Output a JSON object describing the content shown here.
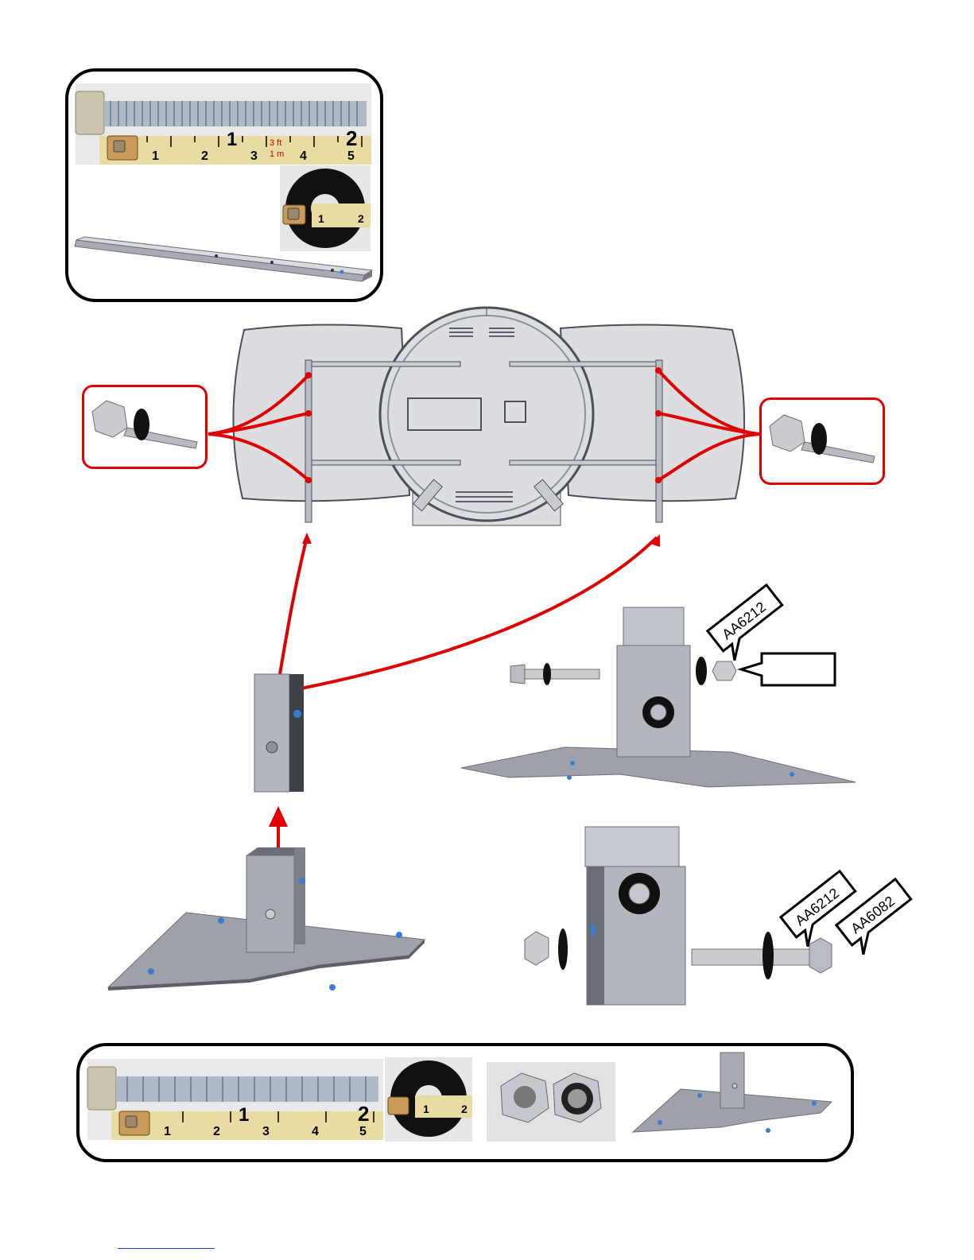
{
  "part_labels": {
    "washer_upper": "AA6212",
    "washer_lower": "AA6212",
    "bolt_lower": "AA6082",
    "nut_upper": ""
  },
  "ruler": {
    "inch_marks": [
      "1",
      "2",
      "3",
      "4",
      "5"
    ],
    "big_inch_marks": [
      "1",
      "2"
    ],
    "feet_label": "3 ft",
    "meter_label": "1 m"
  },
  "colors": {
    "accent_red": "#e00000",
    "steel": "#b9bcc4",
    "black_rubber": "#111111"
  }
}
